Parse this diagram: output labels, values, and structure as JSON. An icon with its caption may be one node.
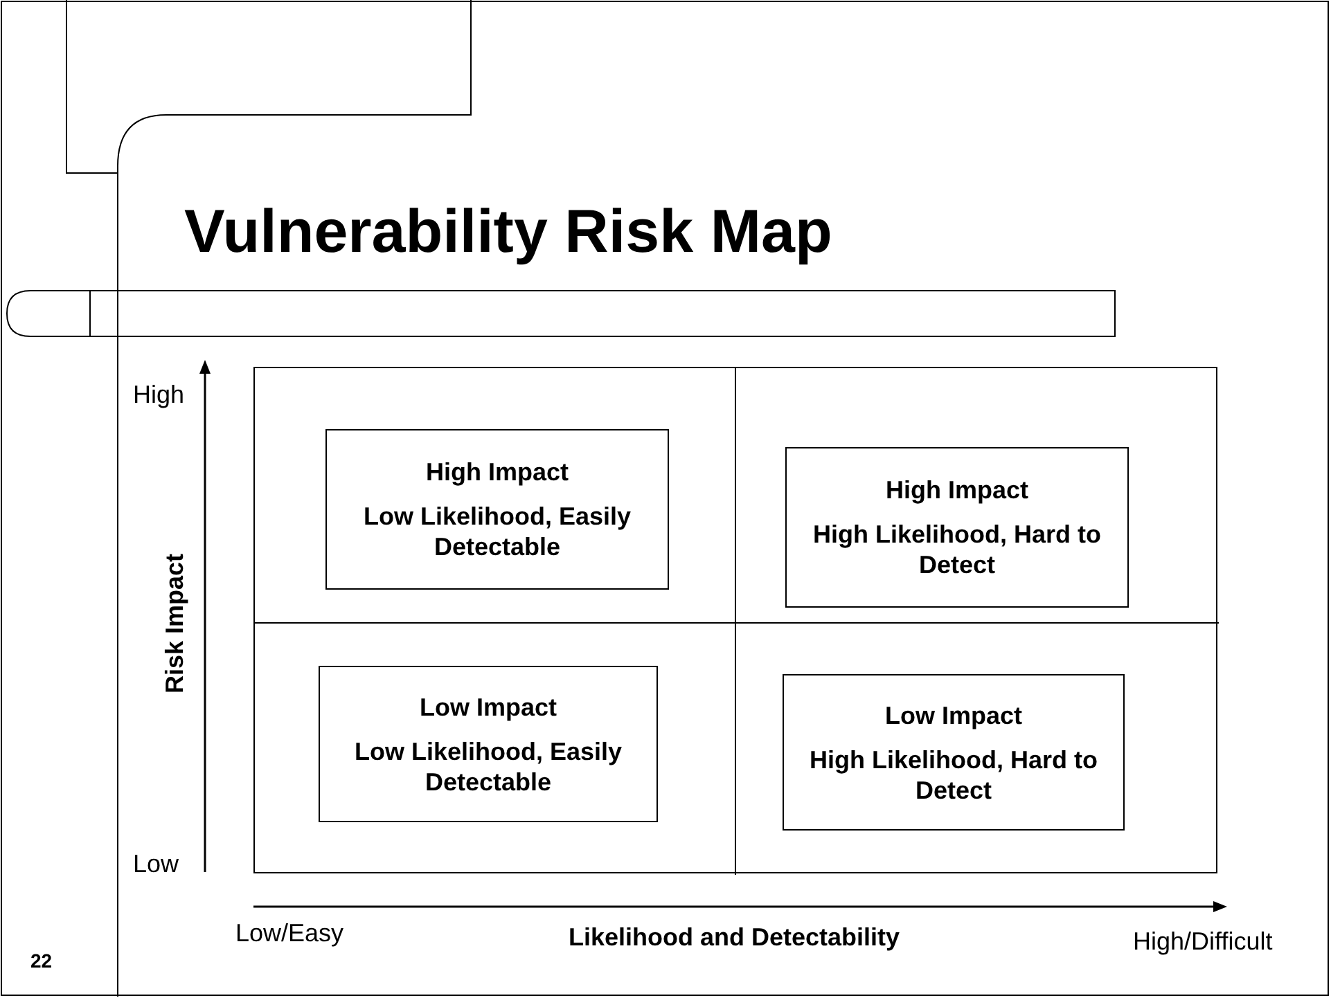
{
  "diagram": {
    "title": "Vulnerability Risk Map",
    "nodes": [
      {
        "text": [],
        "shape": "box"
      },
      {
        "text": [
          "High Impact",
          "Low Likelihood, Easily Detectable"
        ],
        "in": 0
      },
      {
        "text": [
          "High Impact",
          "High Likelihood, Hard to Detect"
        ],
        "in": 0
      },
      {
        "text": [
          "Low Impact",
          "Low Likelihood, Easily Detectable"
        ],
        "in": 0
      },
      {
        "text": [
          "Low Impact",
          "High Likelihood, Hard to Detect"
        ],
        "in": 0
      }
    ],
    "edges": [],
    "labels": [
      "High",
      "Risk Impact",
      "Low",
      "Low/Easy",
      "Likelihood and Detectability",
      "High/Difficult",
      "22"
    ]
  }
}
